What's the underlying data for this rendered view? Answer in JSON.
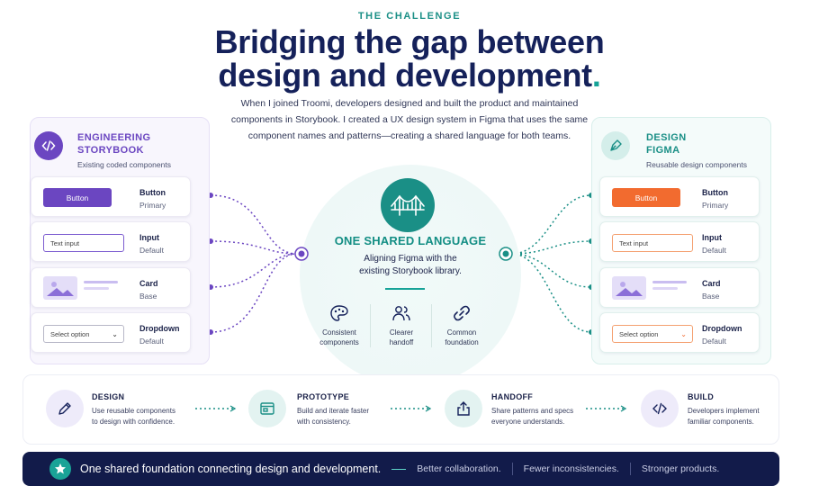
{
  "header": {
    "eyebrow": "THE CHALLENGE",
    "headline_line1": "Bridging the gap between",
    "headline_line2": "design and development",
    "headline_dot": ".",
    "intro_line1": "When I joined Troomi, developers designed and built the product and maintained",
    "intro_line2": "components in Storybook. I created a UX design system in Figma that uses the same",
    "intro_line3": "component names and patterns—creating a shared language for both teams."
  },
  "left_panel": {
    "title_line1": "ENGINEERING",
    "title_line2": "STORYBOOK",
    "subtitle": "Existing coded components",
    "icon": "code-icon",
    "accent": "#6b46c1",
    "components": [
      {
        "preview": "Button",
        "name": "Button",
        "variant": "Primary"
      },
      {
        "preview": "Text input",
        "name": "Input",
        "variant": "Default"
      },
      {
        "preview": "",
        "name": "Card",
        "variant": "Base"
      },
      {
        "preview": "Select option",
        "name": "Dropdown",
        "variant": "Default"
      }
    ]
  },
  "right_panel": {
    "title_line1": "DESIGN",
    "title_line2": "FIGMA",
    "subtitle": "Reusable design components",
    "icon": "pen-tool-icon",
    "accent": "#f26b2f",
    "components": [
      {
        "preview": "Button",
        "name": "Button",
        "variant": "Primary"
      },
      {
        "preview": "Text input",
        "name": "Input",
        "variant": "Default"
      },
      {
        "preview": "",
        "name": "Card",
        "variant": "Base"
      },
      {
        "preview": "Select option",
        "name": "Dropdown",
        "variant": "Default"
      }
    ]
  },
  "center": {
    "icon": "bridge-icon",
    "title": "ONE SHARED LANGUAGE",
    "sub_line1": "Aligning Figma with the",
    "sub_line2": "existing Storybook library.",
    "benefits": [
      {
        "icon": "palette-icon",
        "line1": "Consistent",
        "line2": "components"
      },
      {
        "icon": "users-icon",
        "line1": "Clearer",
        "line2": "handoff"
      },
      {
        "icon": "link-icon",
        "line1": "Common",
        "line2": "foundation"
      }
    ]
  },
  "process": [
    {
      "icon": "pencil-icon",
      "title": "DESIGN",
      "line1": "Use reusable components",
      "line2": "to design with confidence."
    },
    {
      "icon": "prototype-icon",
      "title": "PROTOTYPE",
      "line1": "Build and iterate faster",
      "line2": "with consistency."
    },
    {
      "icon": "share-icon",
      "title": "HANDOFF",
      "line1": "Share patterns and specs",
      "line2": "everyone understands."
    },
    {
      "icon": "code-icon",
      "title": "BUILD",
      "line1": "Developers implement",
      "line2": "familiar components."
    }
  ],
  "footer": {
    "icon": "star-icon",
    "main": "One shared foundation connecting design and development.",
    "items": [
      "Better collaboration.",
      "Fewer inconsistencies.",
      "Stronger products."
    ]
  },
  "colors": {
    "navy": "#15215a",
    "teal": "#1a8f86",
    "purple": "#6b46c1",
    "orange": "#f26b2f"
  }
}
